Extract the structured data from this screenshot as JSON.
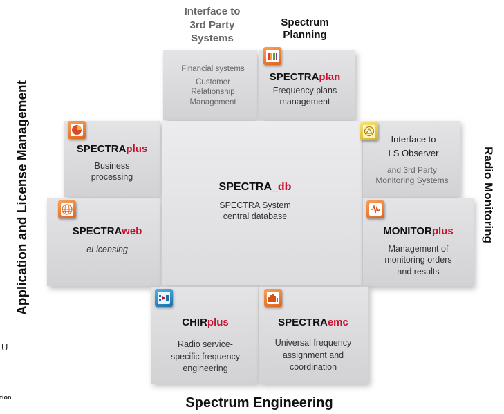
{
  "headings": {
    "interface_third_party": [
      "Interface to",
      "3rd Party",
      "Systems"
    ],
    "spectrum_planning": [
      "Spectrum",
      "Planning"
    ],
    "application_license": "Application and License Management",
    "radio_monitoring": "Radio Monitoring",
    "spectrum_engineering": "Spectrum Engineering"
  },
  "top_left": {
    "line1": "Financial systems",
    "line2": [
      "Customer",
      "Relationship",
      "Management"
    ]
  },
  "spectraplan": {
    "prefix": "SPECTRA",
    "suffix": "plan",
    "desc": [
      "Frequency plans",
      "management"
    ]
  },
  "spectraplus": {
    "prefix": "SPECTRA",
    "suffix": "plus",
    "desc": [
      "Business",
      "processing"
    ]
  },
  "spectraweb": {
    "prefix": "SPECTRA",
    "suffix": "web",
    "desc": "eLicensing"
  },
  "center": {
    "title_prefix": "SPECTRA",
    "title_suffix": "_db",
    "desc": [
      "SPECTRA System",
      "central database"
    ]
  },
  "interface_ls": {
    "title": [
      "Interface to",
      "LS Observer"
    ],
    "desc": [
      "and 3rd Party",
      "Monitoring Systems"
    ]
  },
  "monitorplus": {
    "prefix": "MONITOR",
    "suffix": "plus",
    "desc": [
      "Management of",
      "monitoring orders",
      "and results"
    ]
  },
  "chirplus": {
    "prefix": "CHIR",
    "suffix": "plus",
    "desc": [
      "Radio service-",
      "specific frequency",
      "engineering"
    ]
  },
  "spectraemc": {
    "prefix": "SPECTRA",
    "suffix": "emc",
    "desc": [
      "Universal frequency",
      "assignment and",
      "coordination"
    ]
  },
  "edge_fragments": {
    "left_u": "U",
    "left_tion": "tion"
  },
  "colors": {
    "accent": "#c8102e",
    "tile": "#d8d8db"
  }
}
